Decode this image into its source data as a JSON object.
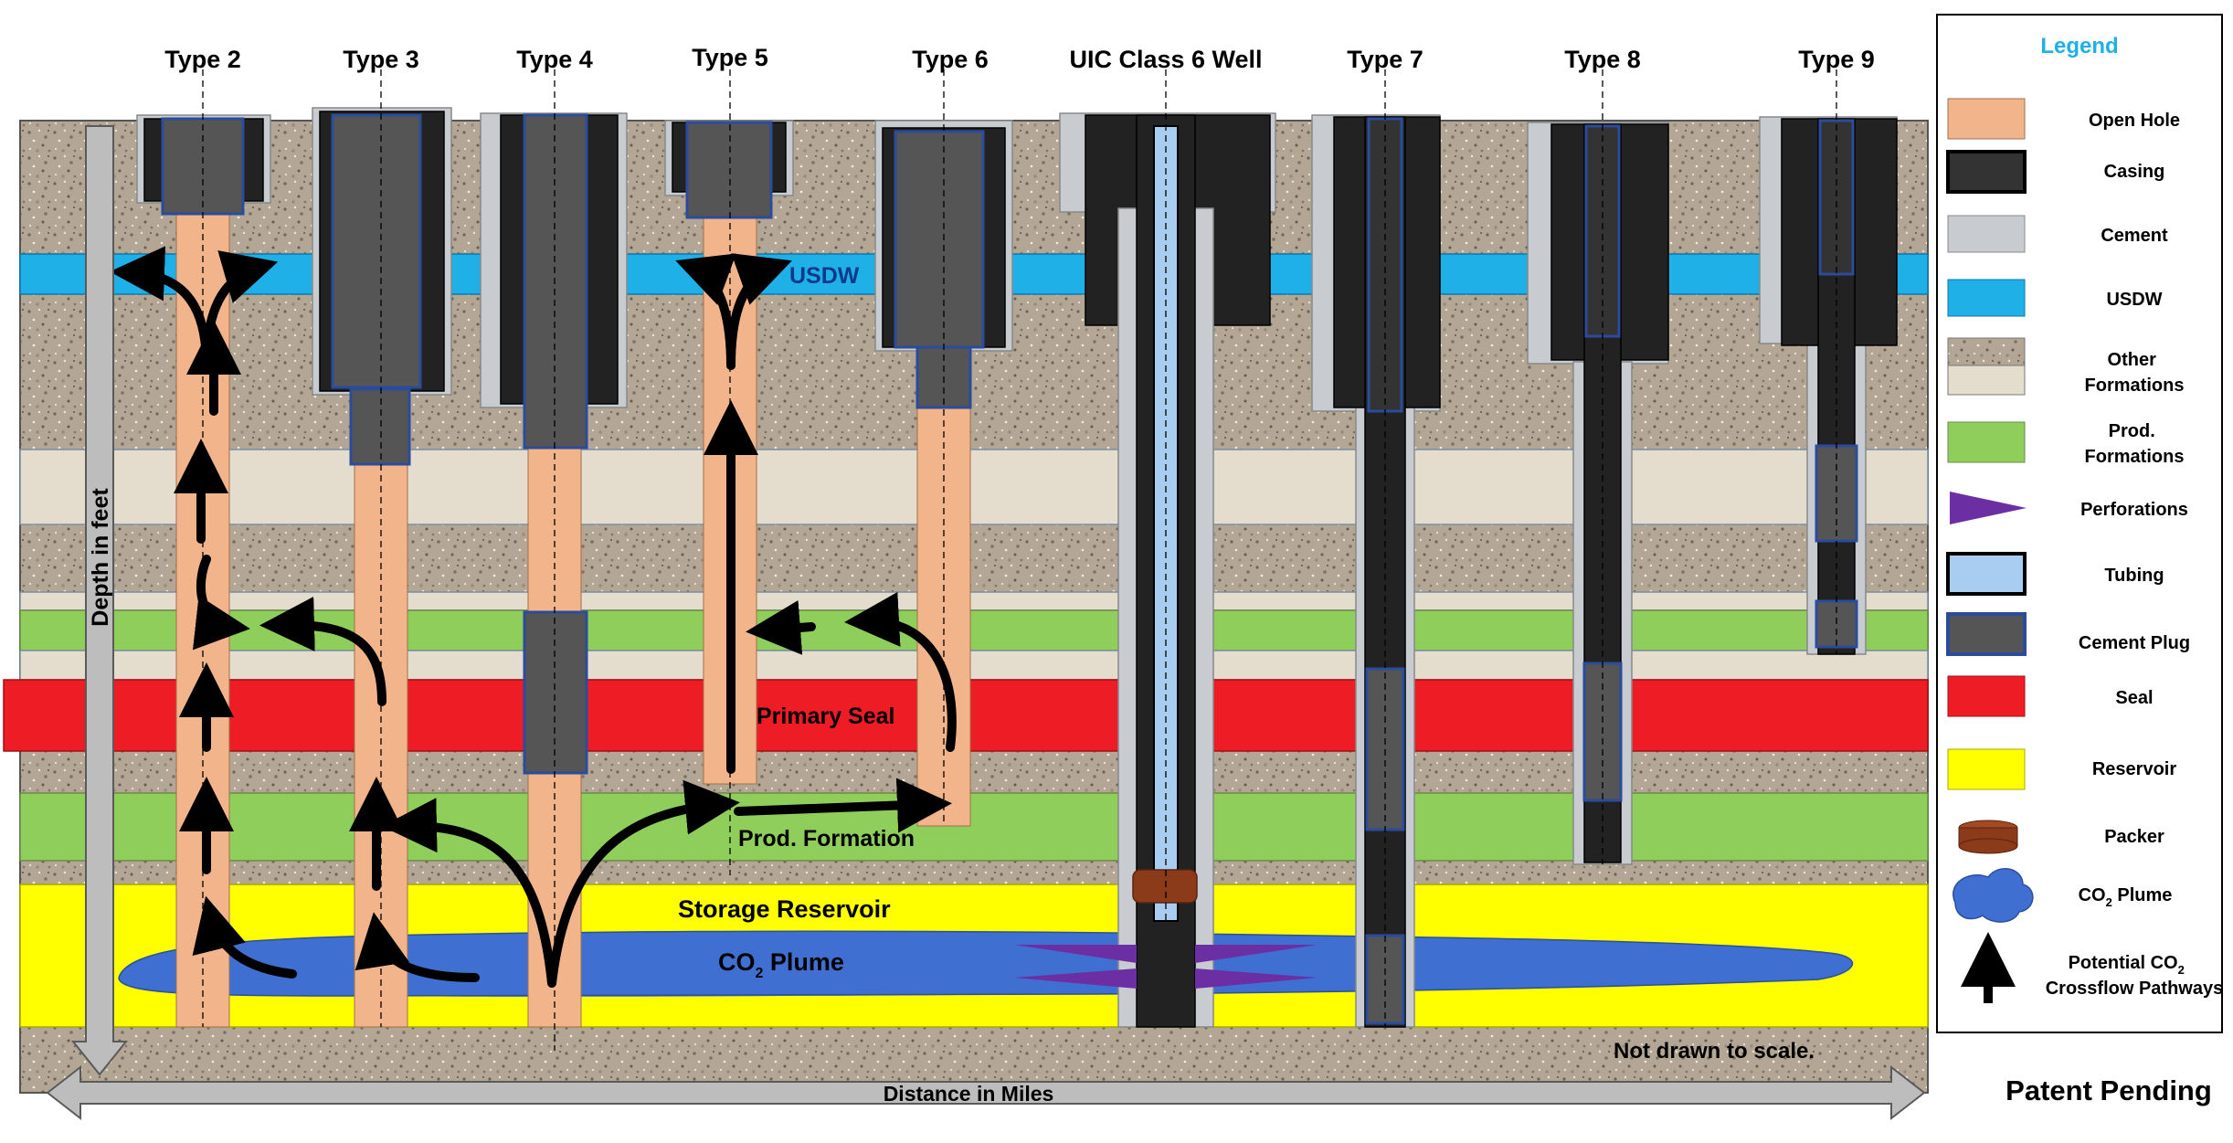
{
  "well_labels": [
    {
      "label": "Type 2"
    },
    {
      "label": "Type 3"
    },
    {
      "label": "Type 4"
    },
    {
      "label": "Type 5"
    },
    {
      "label": "Type 6"
    },
    {
      "label": "UIC Class 6 Well"
    },
    {
      "label": "Type 7"
    },
    {
      "label": "Type 8"
    },
    {
      "label": "Type 9"
    }
  ],
  "annotations": {
    "usdw": "USDW",
    "primary_seal": "Primary Seal",
    "prod_formation": "Prod. Formation",
    "storage_reservoir": "Storage Reservoir",
    "co2_plume_main": "CO",
    "co2_plume_sub": "2",
    "co2_plume_tail": " Plume",
    "not_to_scale": "Not drawn to scale.",
    "depth_axis": "Depth in feet",
    "distance_axis": "Distance in Miles",
    "patent": "Patent Pending"
  },
  "legend": {
    "title": "Legend",
    "items": [
      {
        "label": "Open Hole",
        "icon": "open-hole-swatch",
        "color": "#f2b48a"
      },
      {
        "label": "Casing",
        "icon": "casing-swatch",
        "color": "#333333"
      },
      {
        "label": "Cement",
        "icon": "cement-swatch",
        "color": "#c8ccd0"
      },
      {
        "label": "USDW",
        "icon": "usdw-swatch",
        "color": "#1fb0e8"
      },
      {
        "label": "Other",
        "label2": "Formations",
        "icon": "other-formations-swatch",
        "color": "#e4dccd"
      },
      {
        "label": "Prod.",
        "label2": "Formations",
        "icon": "prod-formations-swatch",
        "color": "#8fce5a"
      },
      {
        "label": "Perforations",
        "icon": "perforations-icon",
        "color": "#6b2fa3"
      },
      {
        "label": "Tubing",
        "icon": "tubing-swatch",
        "color": "#a9cdf0"
      },
      {
        "label": "Cement  Plug",
        "icon": "cement-plug-swatch",
        "color": "#555555"
      },
      {
        "label": "Seal",
        "icon": "seal-swatch",
        "color": "#ee1c24"
      },
      {
        "label": "Reservoir",
        "icon": "reservoir-swatch",
        "color": "#ffff00"
      },
      {
        "label": "Packer",
        "icon": "packer-icon",
        "color": "#8b3a1a"
      },
      {
        "label": "CO",
        "sub": "2",
        "tail": " Plume",
        "icon": "co2-plume-icon",
        "color": "#3f6fd0"
      },
      {
        "label": "Potential CO",
        "sub": "2",
        "label2": "Crossflow Pathways",
        "icon": "crossflow-arrow-icon",
        "color": "#000000"
      }
    ]
  },
  "colors": {
    "rock": "#b3a695",
    "other_formation": "#e4dccd",
    "usdw": "#1fb0e8",
    "prod_formation": "#8fce5a",
    "seal": "#ee1c24",
    "reservoir": "#ffff00",
    "plume": "#3f6fd0",
    "open_hole": "#f2b48a",
    "casing": "#222222",
    "cement": "#c8ccd0",
    "cement_plug": "#555555",
    "tubing": "#a9cdf0",
    "legend_title": "#1fb0e8"
  }
}
